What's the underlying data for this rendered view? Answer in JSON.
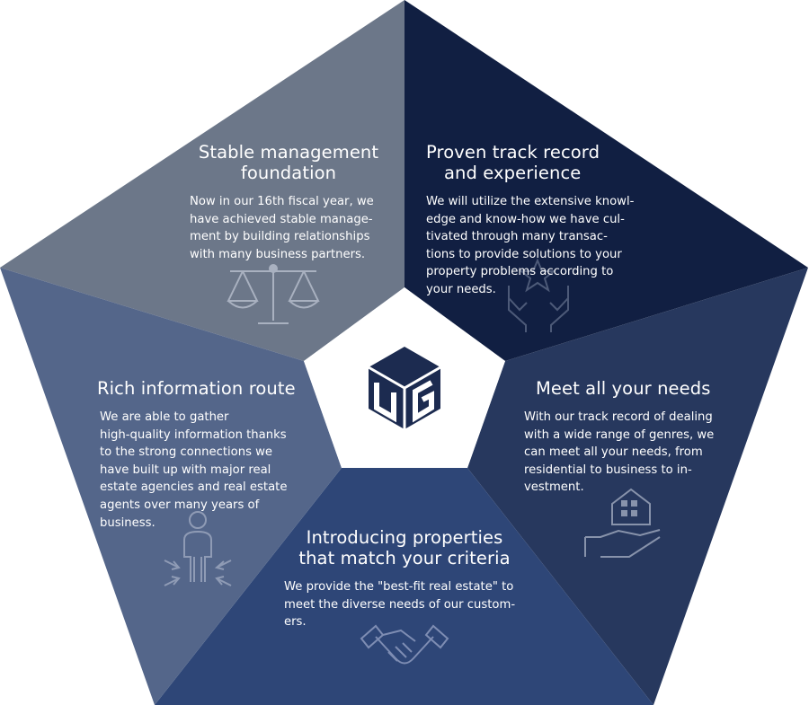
{
  "segments": [
    {
      "id": "stable",
      "title": [
        "Stable management",
        "foundation"
      ],
      "body": [
        "Now in our 16th fiscal year, we",
        "have achieved stable manage-",
        "ment by building relationships",
        "with many business partners."
      ],
      "icon": "scales-icon",
      "color": "#6c7789"
    },
    {
      "id": "proven",
      "title": [
        "Proven track record",
        "and experience"
      ],
      "body": [
        "We will utilize the extensive knowl-",
        "edge and know-how we have cul-",
        "tivated through many transac-",
        "tions to provide solutions to your",
        "property problems according to",
        "your needs."
      ],
      "icon": "hands-star-icon",
      "color": "#111f42"
    },
    {
      "id": "needs",
      "title": [
        "Meet all your needs"
      ],
      "body": [
        "With our track record of dealing",
        "with a wide range of genres, we",
        "can meet all your needs, from",
        "residential to business to in-",
        "vestment."
      ],
      "icon": "house-hand-icon",
      "color": "#27385e"
    },
    {
      "id": "introducing",
      "title": [
        "Introducing properties",
        "that match your criteria"
      ],
      "body": [
        "We provide the \"best-fit real estate\" to",
        "meet the diverse needs of our custom-",
        "ers."
      ],
      "icon": "handshake-icon",
      "color": "#2e4677"
    },
    {
      "id": "rich",
      "title": [
        "Rich information route"
      ],
      "body": [
        "We are able to gather",
        "high-quality information thanks",
        "to the strong connections we",
        "have built up with major real",
        "estate agencies and real estate",
        "agents over many years of",
        "business."
      ],
      "icon": "person-arrows-icon",
      "color": "#54668a"
    }
  ],
  "logo": {
    "icon": "ub-cube-logo-icon",
    "color": "#1c2b50"
  }
}
